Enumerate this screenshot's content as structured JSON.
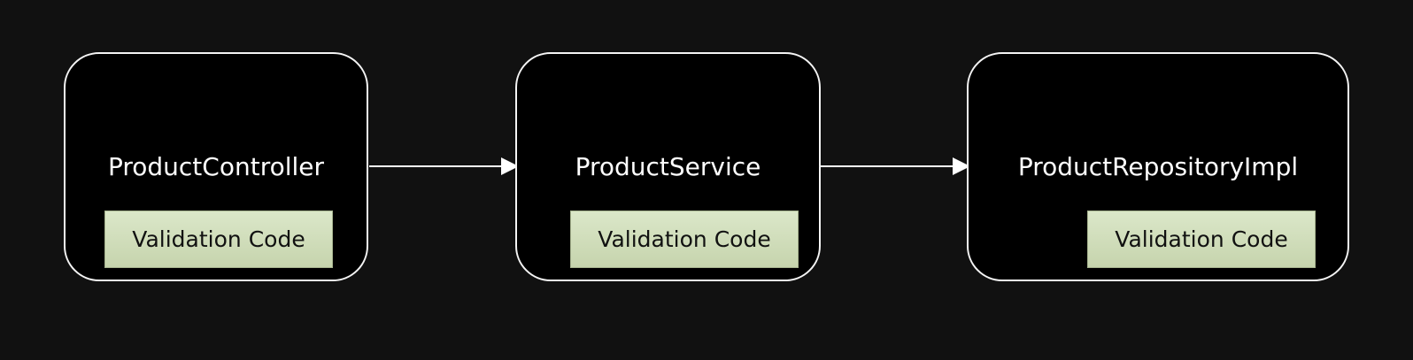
{
  "diagram": {
    "colors": {
      "background": "#111111",
      "node_fill": "#000000",
      "node_border": "#f4f4f4",
      "text": "#ffffff",
      "badge_fill": "#d2dfbd",
      "badge_text": "#111111",
      "arrow": "#ffffff"
    },
    "nodes": [
      {
        "label": "ProductController",
        "badge_label": "Validation Code"
      },
      {
        "label": "ProductService",
        "badge_label": "Validation Code"
      },
      {
        "label": "ProductRepositoryImpl",
        "badge_label": "Validation Code"
      }
    ],
    "edges": [
      {
        "from": "ProductController",
        "to": "ProductService"
      },
      {
        "from": "ProductService",
        "to": "ProductRepositoryImpl"
      }
    ]
  }
}
